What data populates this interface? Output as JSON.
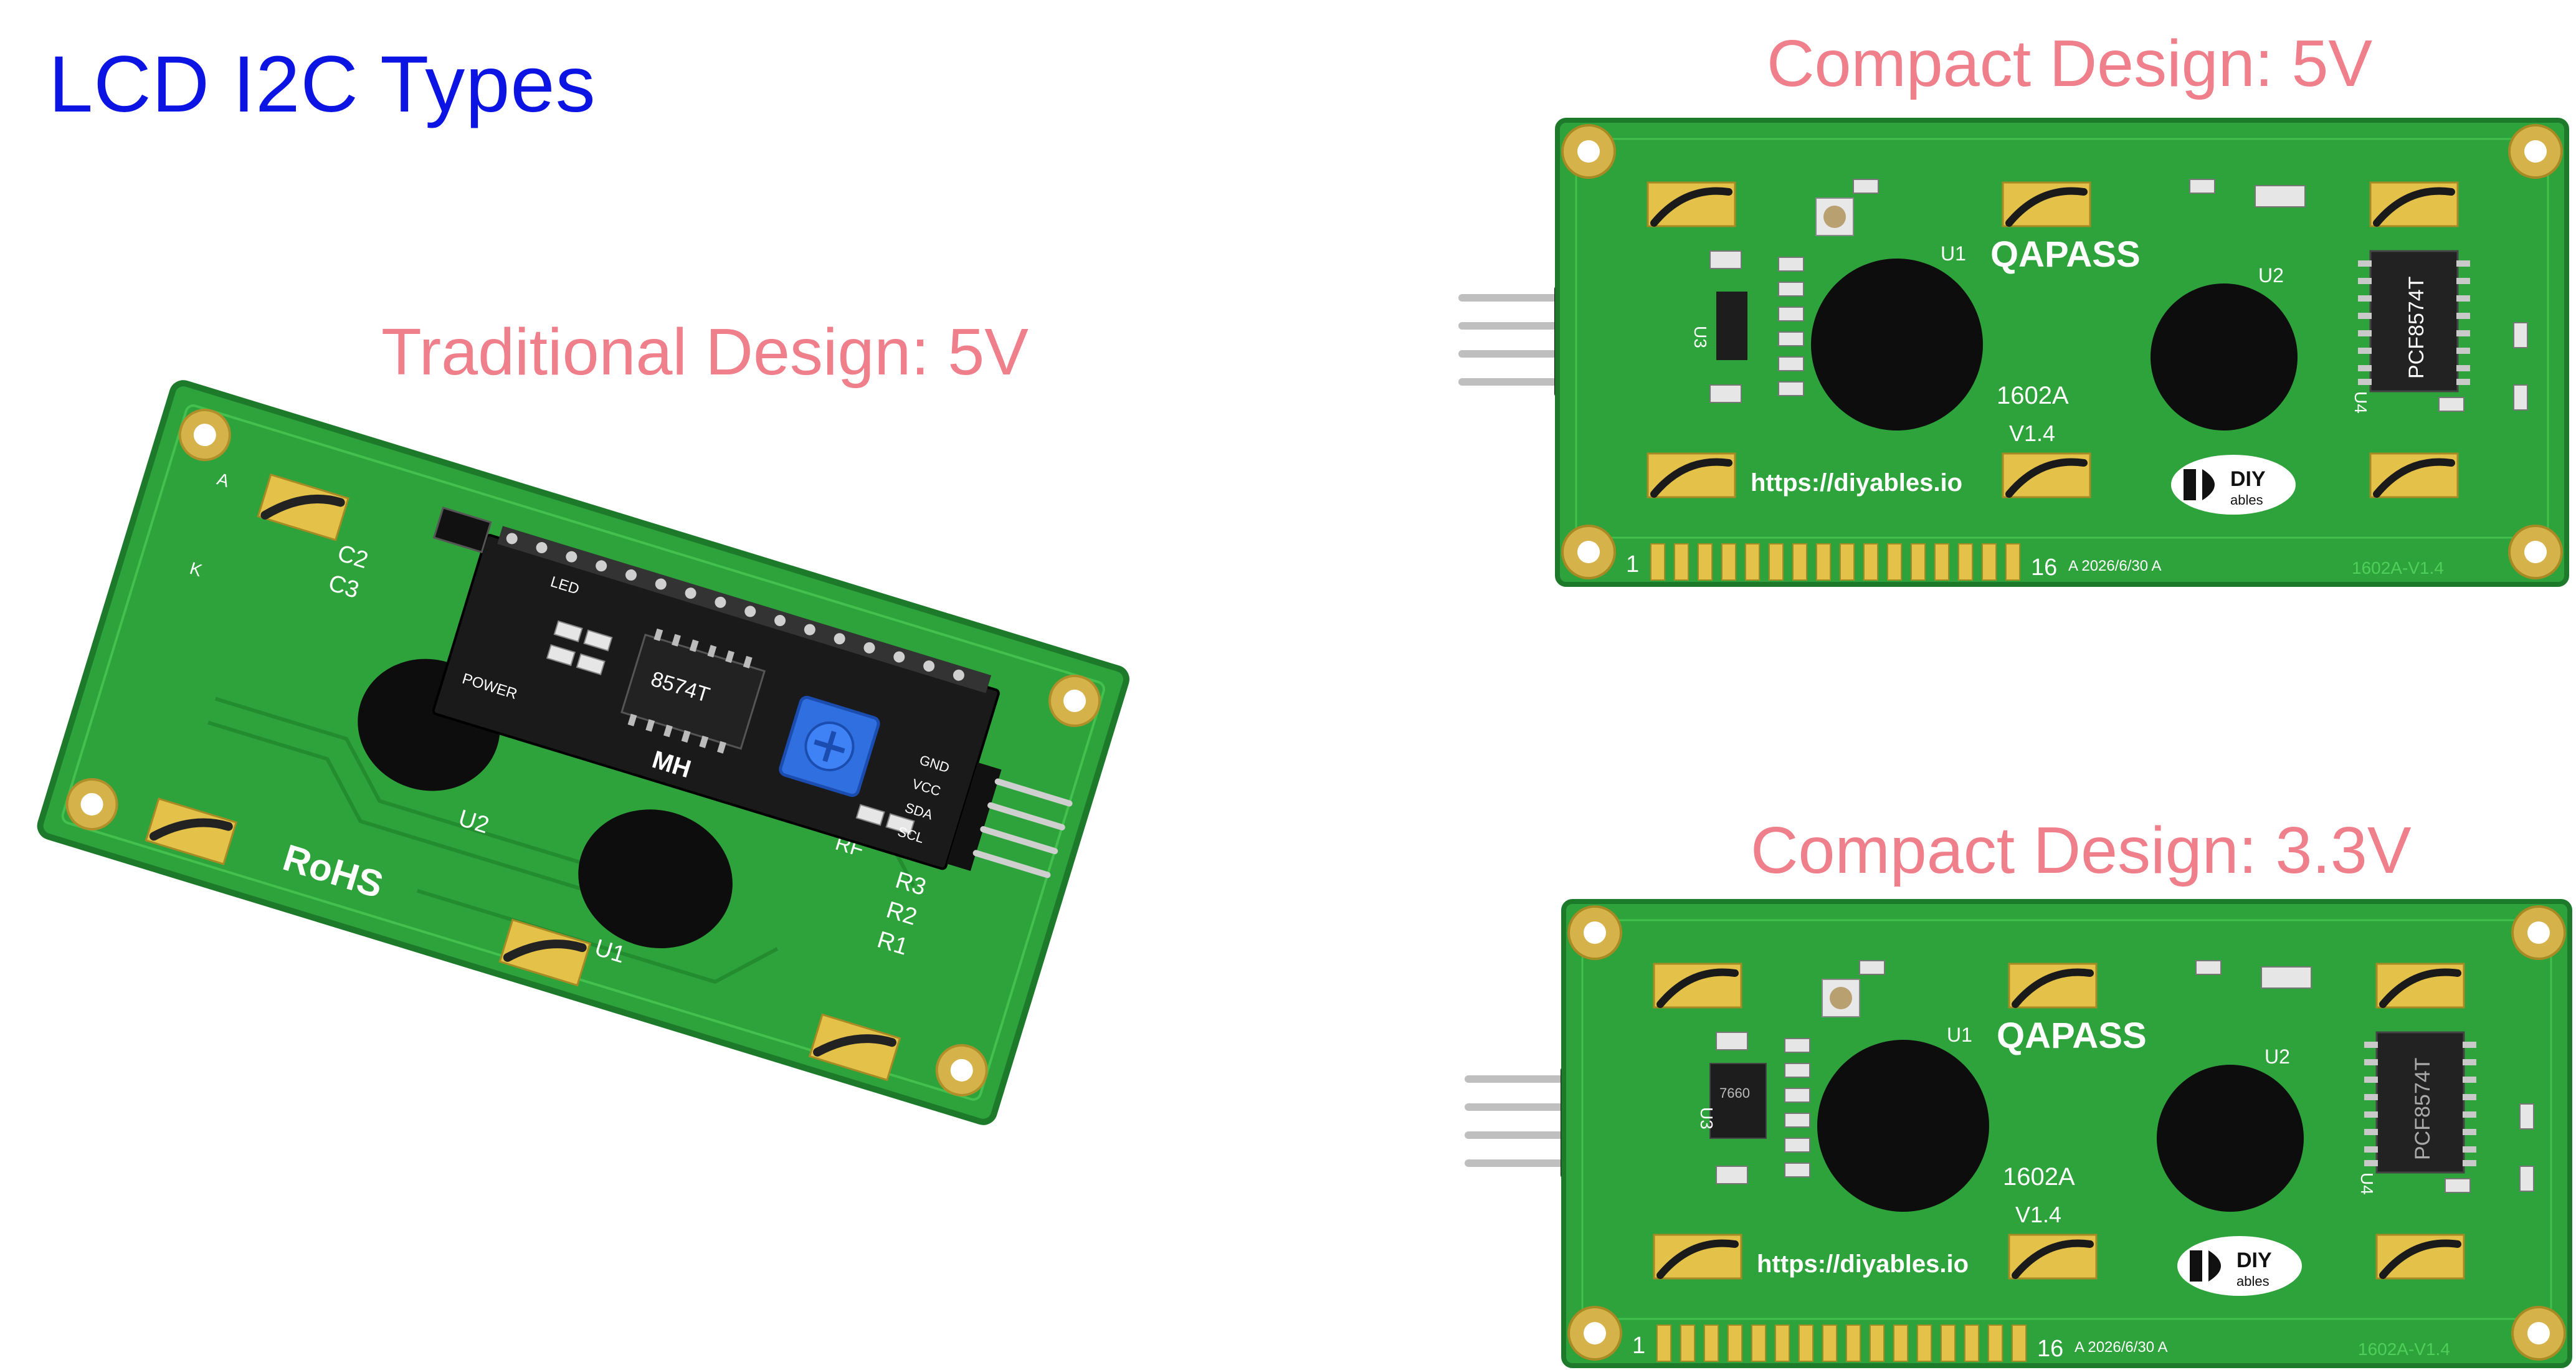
{
  "page": {
    "title": "LCD I2C Types"
  },
  "colors": {
    "title": "#0b14e3",
    "label": "#ef7f8a",
    "pcb_green": "#2ea33b",
    "pcb_dark": "#1d7a2a",
    "pad_gold": "#d6b24a",
    "backpack": "#1a1a1a"
  },
  "traditional": {
    "label": "Traditional Design: 5V",
    "silkscreen": {
      "rohs": "RoHS",
      "u1": "U1",
      "u2": "U2",
      "c2": "C2",
      "c3": "C3",
      "r1": "R1",
      "r2": "R2",
      "r3": "R3",
      "rf": "RF",
      "a": "A",
      "k": "K",
      "mh": "MH",
      "chip": "8574T",
      "led": "LED",
      "power": "POWER",
      "gnd": "GND",
      "vcc": "VCC",
      "sda": "SDA",
      "scl": "SCL"
    }
  },
  "compact5v": {
    "label": "Compact Design: 5V",
    "silkscreen": {
      "brand": "QAPASS",
      "model": "1602A",
      "version": "V1.4",
      "url": "https://diyables.io",
      "logo_top": "DIY",
      "logo_bottom": "ables",
      "chip": "PCF8574T",
      "u1": "U1",
      "u2": "U2",
      "u3": "U3",
      "u4": "U4",
      "pin1": "1",
      "pin16": "16",
      "date": "A 2026/6/30 A",
      "board_id": "1602A-V1.4"
    }
  },
  "compact33v": {
    "label": "Compact Design: 3.3V",
    "silkscreen": {
      "brand": "QAPASS",
      "model": "1602A",
      "version": "V1.4",
      "url": "https://diyables.io",
      "logo_top": "DIY",
      "logo_bottom": "ables",
      "chip": "PCF8574T",
      "reg_chip": "7660",
      "u1": "U1",
      "u2": "U2",
      "u3": "U3",
      "u4": "U4",
      "pin1": "1",
      "pin16": "16",
      "date": "A 2026/6/30 A",
      "board_id": "1602A-V1.4"
    }
  }
}
